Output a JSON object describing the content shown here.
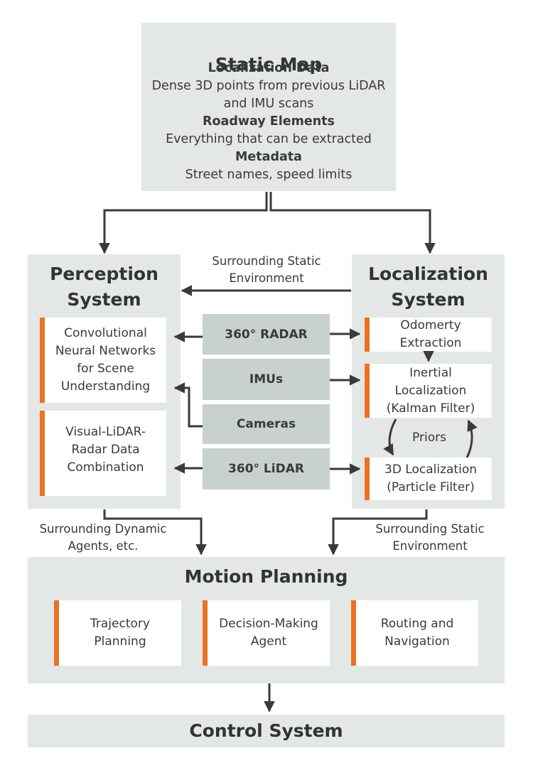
{
  "static_map": {
    "title": "Static Map",
    "sections": [
      {
        "heading": "Localization Data",
        "text": "Dense 3D points from previous LiDAR\nand IMU scans"
      },
      {
        "heading": "Roadway Elements",
        "text": "Everything that can be extracted"
      },
      {
        "heading": "Metadata",
        "text": "Street names, speed limits"
      }
    ]
  },
  "perception": {
    "title": "Perception\nSystem",
    "cards": [
      "Convolutional\nNeural Networks\nfor Scene\nUnderstanding",
      "Visual-LiDAR-\nRadar Data\nCombination"
    ]
  },
  "localization": {
    "title": "Localization\nSystem",
    "cards": [
      "Odomerty\nExtraction",
      "Inertial\nLocalization\n(Kalman Filter)",
      "3D Localization\n(Particle Filter)"
    ],
    "priors_label": "Priors"
  },
  "sensors": [
    "360° RADAR",
    "IMUs",
    "Cameras",
    "360° LiDAR"
  ],
  "labels": {
    "static_env_top": "Surrounding Static\nEnvironment",
    "dynamic_agents": "Surrounding Dynamic\nAgents, etc.",
    "static_env_bottom": "Surrounding Static\nEnvironment"
  },
  "motion_planning": {
    "title": "Motion Planning",
    "cards": [
      "Trajectory\nPlanning",
      "Decision-Making\nAgent",
      "Routing and\nNavigation"
    ]
  },
  "control": {
    "title": "Control System"
  },
  "colors": {
    "box": "#e3e7e6",
    "sensor": "#c9d1cf",
    "accent": "#ec7122",
    "arrow": "#3a3a3a"
  }
}
